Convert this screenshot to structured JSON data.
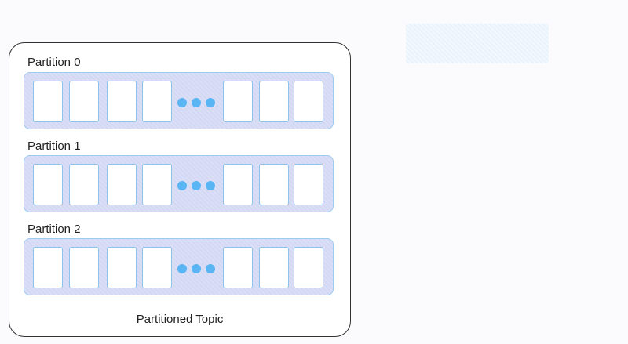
{
  "diagram": {
    "caption": "Partitioned Topic",
    "partitions": [
      {
        "label": "Partition 0"
      },
      {
        "label": "Partition 1"
      },
      {
        "label": "Partition 2"
      }
    ],
    "colors": {
      "row_fill": "#d3d8f4",
      "row_border": "#9ecbf0",
      "cell_border": "#8fc2ea",
      "ellipsis_dot": "#5ab5f5",
      "topic_border": "#333333"
    }
  }
}
